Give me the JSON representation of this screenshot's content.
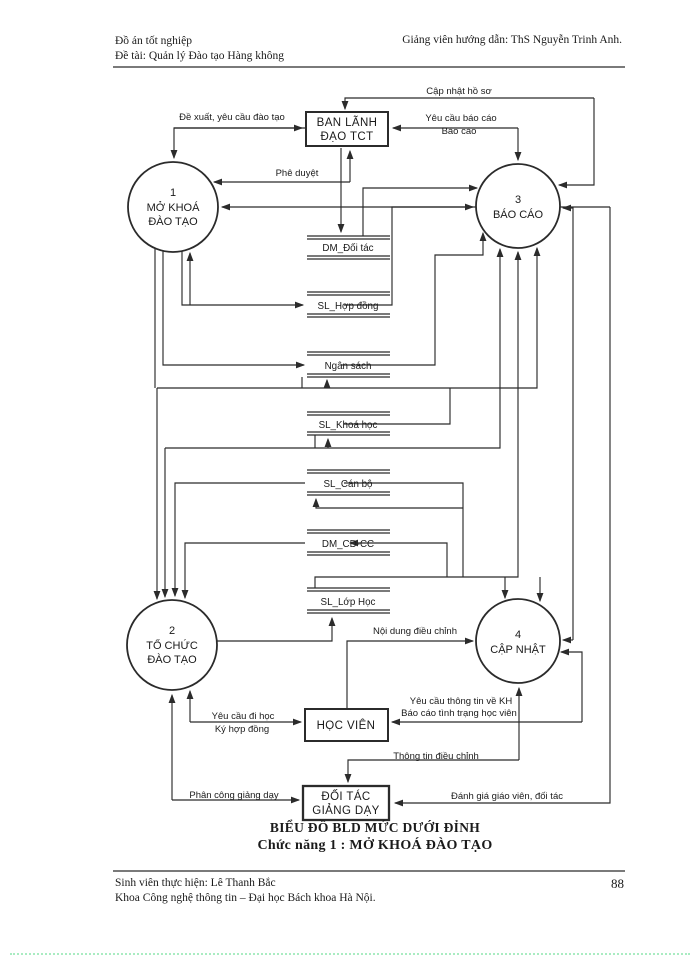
{
  "header": {
    "left_line1": "Đồ án tốt nghiệp",
    "left_line2": "Đề tài: Quản lý Đào tạo Hàng không",
    "right": "Giảng  viên hướng dẫn: ThS Nguyễn Trinh Anh."
  },
  "diagram": {
    "entities": {
      "bld": {
        "line1": "BAN LÃNH",
        "line2": "ĐẠO TCT"
      },
      "hocvien": {
        "line1": "HỌC VIÊN"
      },
      "doitac": {
        "line1": "ĐỐI TÁC",
        "line2": "GIẢNG DẠY"
      }
    },
    "processes": {
      "p1": {
        "num": "1",
        "line1": "MỞ KHOÁ",
        "line2": "ĐÀO TẠO"
      },
      "p2": {
        "num": "2",
        "line1": "TỔ CHỨC",
        "line2": "ĐÀO TẠO"
      },
      "p3": {
        "num": "3",
        "line1": "BÁO CÁO"
      },
      "p4": {
        "num": "4",
        "line1": "CẬP NHẬT"
      }
    },
    "stores": {
      "s1": "DM_Đối tác",
      "s2": "SL_Hợp đồng",
      "s3": "Ngân sách",
      "s4": "SL_Khoá học",
      "s5": "SL_Cán bộ",
      "s6": "DM_CD-CC",
      "s7": "SL_Lớp Học"
    },
    "flows": {
      "de_xuat": "Đề xuất, yêu cầu đào tạo",
      "phe_duyet": "Phê duyệt",
      "cap_nhat_ho_so": "Cập nhật hồ sơ",
      "yeu_cau_bao_cao": "Yêu cầu báo cáo",
      "bao_cao": "Báo cáo",
      "noi_dung_dieu_chinh": "Nội dung điều chỉnh",
      "yeu_cau_di_hoc": "Yêu cầu đi học",
      "ky_hop_dong": "Ký hợp đồng",
      "yc_thong_tin_kh": "Yêu cầu thông tin về KH",
      "bc_tinh_trang": "Báo cáo tình trạng học viên",
      "thong_tin_dieu_chinh": "Thông tin điều chỉnh",
      "phan_cong": "Phân công giảng dạy",
      "danh_gia": "Đánh giá giáo viên, đối tác"
    },
    "caption_line1": "BIỂU ĐỒ BLD MỨC DƯỚI ĐỈNH",
    "caption_line2": "Chức năng 1 : MỞ KHOÁ ĐÀO TẠO"
  },
  "footer": {
    "line1": "Sinh viên thực hiện: Lê  Thanh Bắc",
    "line2": "Khoa Công nghệ thông tin – Đại học Bách khoa Hà Nội.",
    "page_number": "88"
  }
}
